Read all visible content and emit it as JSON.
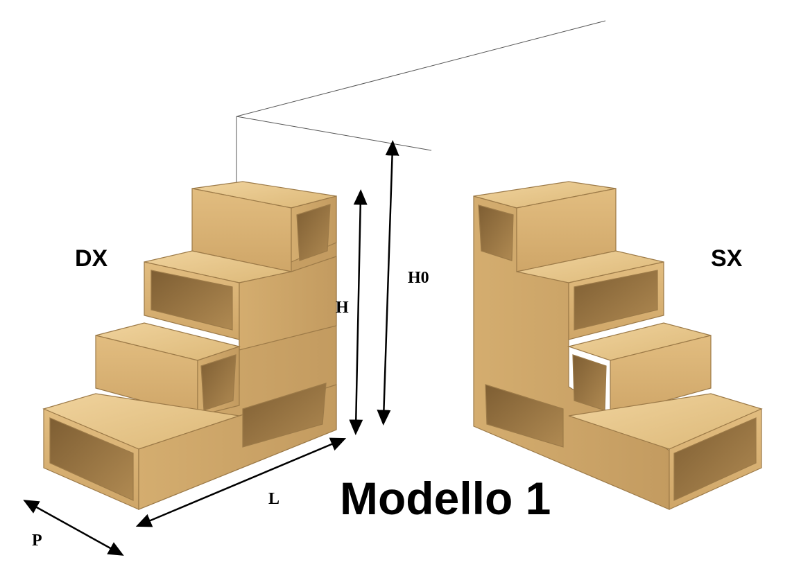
{
  "labels": {
    "left_variant": "DX",
    "right_variant": "SX",
    "model": "Modello 1",
    "height": "H",
    "total_height": "H0",
    "length": "L",
    "depth": "P"
  },
  "colors": {
    "wood_top": "#e8c68c",
    "wood_front": "#d9b176",
    "wood_side": "#c9a065",
    "wood_inner": "#a8824c",
    "wood_dark": "#8c6a3c",
    "line": "#000000"
  }
}
